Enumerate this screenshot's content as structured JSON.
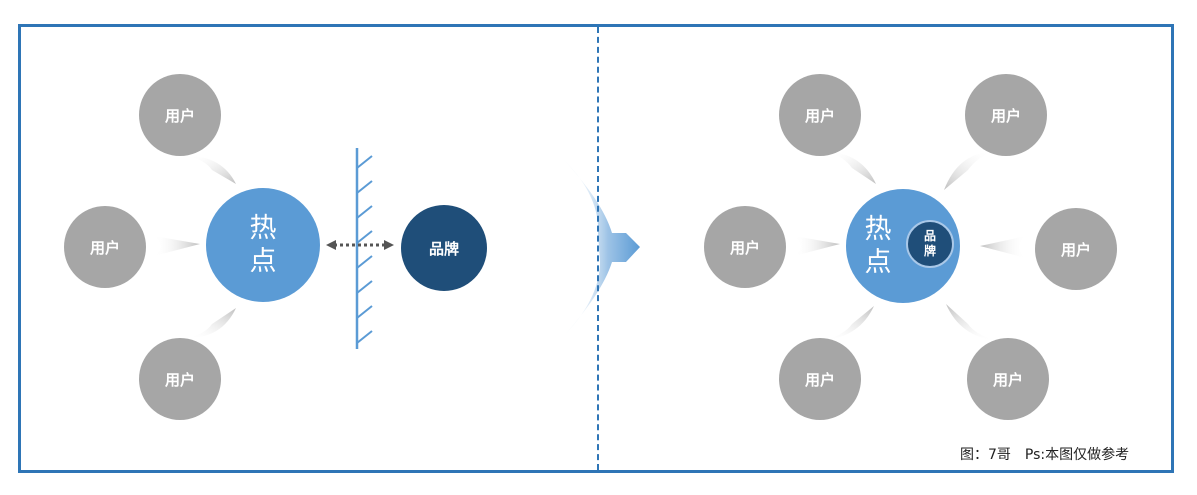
{
  "left_panel": {
    "hotspot_label": "热点",
    "brand_label": "品牌",
    "user_label": "用户"
  },
  "right_panel": {
    "hotspot_label": "热点",
    "brand_label": "品牌",
    "user_label": "用户"
  },
  "caption": "图：7哥　Ps:本图仅做参考",
  "colors": {
    "frame": "#2e75b6",
    "user": "#a6a6a6",
    "hotspot": "#5b9bd5",
    "brand": "#1f4e79"
  }
}
